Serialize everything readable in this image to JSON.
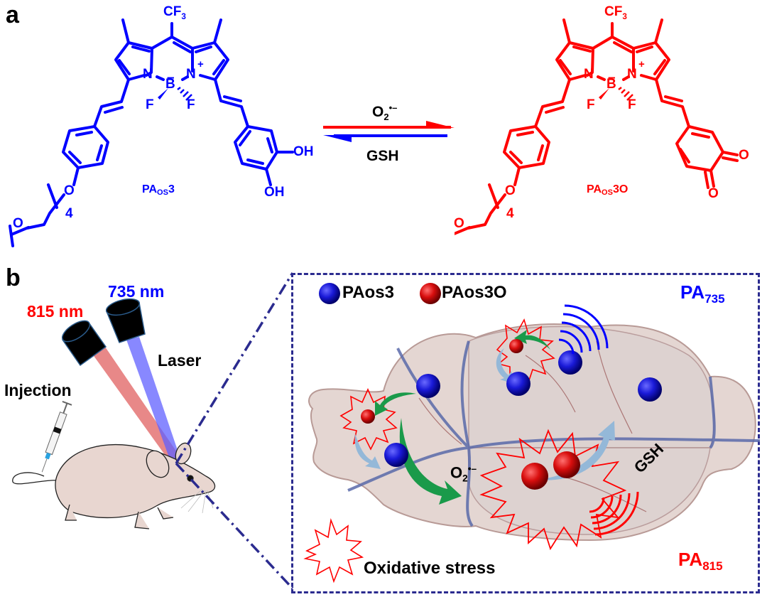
{
  "panels": {
    "a": {
      "label": "a",
      "compound_left": {
        "name_prefix": "PA",
        "name_sub": "OS",
        "name_suffix": "3",
        "color": "#0000ff",
        "atoms": {
          "cf3": "CF",
          "cf3_sub": "3",
          "n1": "N",
          "n2": "N",
          "b": "B",
          "f1": "F",
          "f2": "F",
          "o_ether": "O",
          "o_term": "O",
          "oh1": "OH",
          "oh2": "OH",
          "repeat": "4",
          "plus": "+",
          "minus": "–"
        }
      },
      "compound_right": {
        "name_prefix": "PA",
        "name_sub": "OS",
        "name_suffix": "3O",
        "color": "#ff0000",
        "atoms": {
          "cf3": "CF",
          "cf3_sub": "3",
          "n1": "N",
          "n2": "N",
          "b": "B",
          "f1": "F",
          "f2": "F",
          "o_ether": "O",
          "o_term": "O",
          "o1": "O",
          "o2": "O",
          "repeat": "4",
          "plus": "+",
          "minus": "–"
        }
      },
      "reaction": {
        "forward_label": "O",
        "forward_sub": "2",
        "forward_sup": "•–",
        "reverse_label": "GSH",
        "forward_color": "#ff0000",
        "reverse_color": "#0000ff"
      }
    },
    "b": {
      "label": "b",
      "lasers": [
        {
          "label": "815 nm",
          "color": "#ff0000"
        },
        {
          "label": "735 nm",
          "color": "#0000ff"
        }
      ],
      "laser_label": "Laser",
      "injection_label": "Injection",
      "legend": [
        {
          "label": "PAos3",
          "color": "#1a1aff"
        },
        {
          "label": "PAos3O",
          "color": "#dd1010"
        }
      ],
      "signal_735": {
        "prefix": "PA",
        "sub": "735",
        "color": "#0000ff"
      },
      "signal_815": {
        "prefix": "PA",
        "sub": "815",
        "color": "#ff0000"
      },
      "brain_labels": {
        "oxidant": "O",
        "oxidant_sub": "2",
        "oxidant_sup": "•–",
        "reductant": "GSH"
      },
      "stress_legend": "Oxidative stress",
      "frame_color": "#2b2b8f"
    }
  }
}
